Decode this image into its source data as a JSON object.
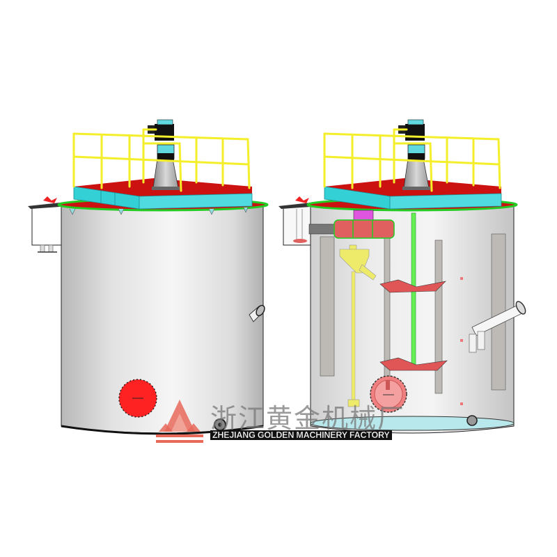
{
  "image": {
    "description": "3D CAD render of two agitation/flotation tanks: exterior view (left) and cutaway interior view (right)",
    "background": "#ffffff"
  },
  "tanks": [
    {
      "view": "exterior",
      "components": [
        "motor",
        "reducer-stand",
        "platform",
        "yellow-railing",
        "tank-shell",
        "manhole-cover",
        "side-inlet-nozzle",
        "bottom-drain-flange",
        "side-launder-box"
      ]
    },
    {
      "view": "cutaway",
      "components": [
        "motor",
        "reducer-stand",
        "platform",
        "yellow-railing",
        "tank-shell",
        "feed-pipe-horizontal",
        "feed-funnel-vertical",
        "agitator-shaft",
        "upper-impeller",
        "lower-impeller",
        "baffles",
        "manhole-cover",
        "side-outlet-pipe",
        "bottom-drain-flange"
      ]
    }
  ],
  "colors": {
    "railing": "#f5ee2a",
    "platform_top": "#cc1111",
    "platform_side": "#33d1d6",
    "motor": "#111111",
    "motor_cap": "#5fd8e0",
    "stand": "#bcbcbc",
    "rim": "#22cc22",
    "shell": "#e6e6e6",
    "manhole": "#ff2222",
    "manhole_cutaway": "#f08080",
    "shaft": "#66ee55",
    "feed_pipe": "#e06060",
    "funnel": "#eeea6a",
    "baffle": "#bdbab6"
  },
  "watermark": {
    "chinese_text": "浙江黄金机械厂",
    "english_text": "ZHEJIANG GOLDEN MACHINERY FACTORY",
    "logo_color": "#e8695a"
  }
}
